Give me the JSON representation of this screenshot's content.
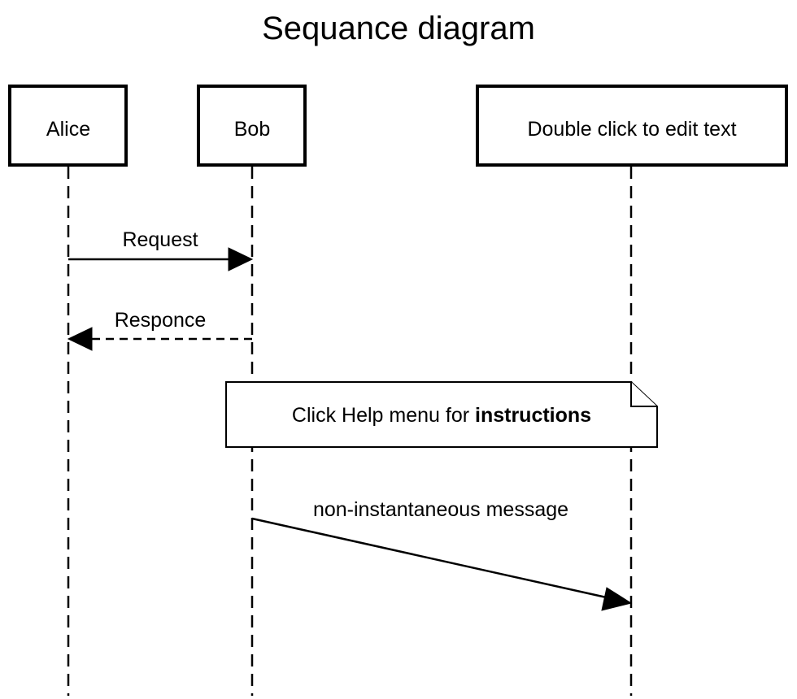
{
  "title": "Sequance diagram",
  "participants": [
    {
      "label": "Alice"
    },
    {
      "label": "Bob"
    },
    {
      "label": "Double click to edit text"
    }
  ],
  "messages": [
    {
      "label": "Request",
      "from": "Alice",
      "to": "Bob",
      "style": "solid"
    },
    {
      "label": "Responce",
      "from": "Bob",
      "to": "Alice",
      "style": "dashed"
    },
    {
      "label": "non-instantaneous message",
      "from": "Bob",
      "to": "Double click to edit text",
      "style": "solid-sloped"
    }
  ],
  "note": {
    "text_prefix": "Click Help menu for ",
    "text_bold": "instructions"
  },
  "colors": {
    "stroke": "#000000",
    "background": "#ffffff"
  }
}
